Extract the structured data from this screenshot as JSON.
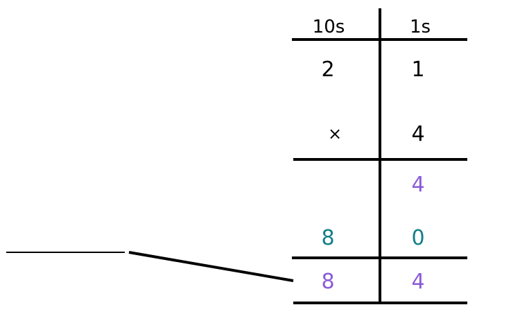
{
  "headers": {
    "tens": "10s",
    "ones": "1s"
  },
  "problem": {
    "multiplicand": {
      "tens": "2",
      "ones": "1"
    },
    "operator": "×",
    "multiplier": {
      "ones": "4"
    }
  },
  "partial_products": [
    {
      "tens": "",
      "ones": "4",
      "color": "#8a5ad8"
    },
    {
      "tens": "8",
      "ones": "0",
      "color": "#127f86"
    }
  ],
  "result": {
    "tens": "8",
    "ones": "4",
    "color": "#8a5ad8"
  },
  "answer_blank": ""
}
